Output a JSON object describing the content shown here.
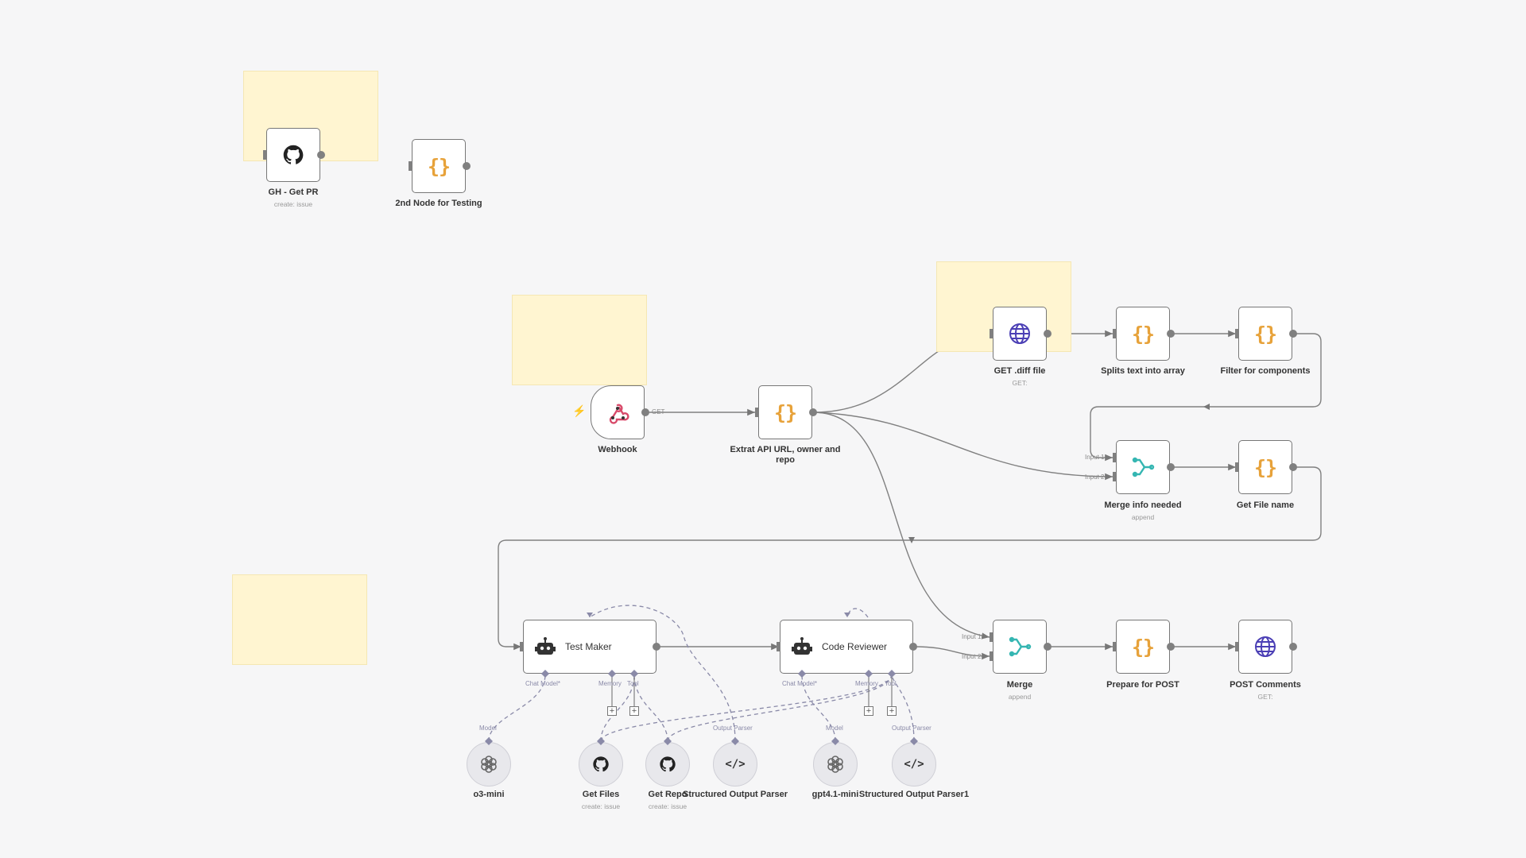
{
  "nodes": {
    "gh_get_pr": {
      "label": "GH - Get PR",
      "sub": "create: issue",
      "icon": "github-icon"
    },
    "second_node": {
      "label": "2nd Node for Testing",
      "icon": "braces-icon"
    },
    "webhook": {
      "label": "Webhook",
      "out_label": "GET",
      "icon": "webhook-icon"
    },
    "extract_api": {
      "label": "Extrat API URL, owner and repo",
      "icon": "braces-icon"
    },
    "get_diff": {
      "label": "GET .diff file",
      "sub": "GET:",
      "icon": "globe-icon"
    },
    "splits_text": {
      "label": "Splits text into array",
      "icon": "braces-icon"
    },
    "filter_components": {
      "label": "Filter for components",
      "icon": "braces-icon"
    },
    "merge_info": {
      "label": "Merge info needed",
      "sub": "append",
      "input1": "Input 1",
      "input2": "Input 2",
      "icon": "merge-icon"
    },
    "get_file_name": {
      "label": "Get File name",
      "icon": "braces-icon"
    },
    "test_maker": {
      "label": "Test Maker",
      "chat_model": "Chat Model*",
      "memory": "Memory",
      "tool": "Tool",
      "icon": "robot-icon"
    },
    "code_reviewer": {
      "label": "Code Reviewer",
      "chat_model": "Chat Model*",
      "memory": "Memory",
      "tool": "Tool",
      "icon": "robot-icon"
    },
    "merge": {
      "label": "Merge",
      "sub": "append",
      "input1": "Input 1",
      "input2": "Input 2",
      "icon": "merge-icon"
    },
    "prepare_post": {
      "label": "Prepare for POST",
      "icon": "braces-icon"
    },
    "post_comments": {
      "label": "POST Comments",
      "sub": "GET:",
      "icon": "globe-icon"
    },
    "o3_mini": {
      "label": "o3-mini",
      "handle": "Model",
      "icon": "openai-icon"
    },
    "get_files": {
      "label": "Get Files",
      "sub": "create: issue",
      "icon": "github-icon"
    },
    "get_repo": {
      "label": "Get Repo",
      "sub": "create: issue",
      "icon": "github-icon"
    },
    "structured_parser": {
      "label": "Structured Output Parser",
      "handle": "Output Parser",
      "icon": "code-icon"
    },
    "gpt41_mini": {
      "label": "gpt4.1-mini",
      "handle": "Model",
      "icon": "openai-icon"
    },
    "structured_parser1": {
      "label": "Structured Output Parser1",
      "handle": "Output Parser",
      "icon": "code-icon"
    }
  },
  "colors": {
    "canvas_bg": "#f6f6f7",
    "sticky": "#fff5d1",
    "edge": "#777777",
    "ai_edge": "#8a8aa8",
    "braces": "#e7a23a",
    "globe": "#4b3fb5",
    "merge": "#35b6b2",
    "webhook": "#d84a6a",
    "trigger_bolt": "#f25b4b"
  }
}
